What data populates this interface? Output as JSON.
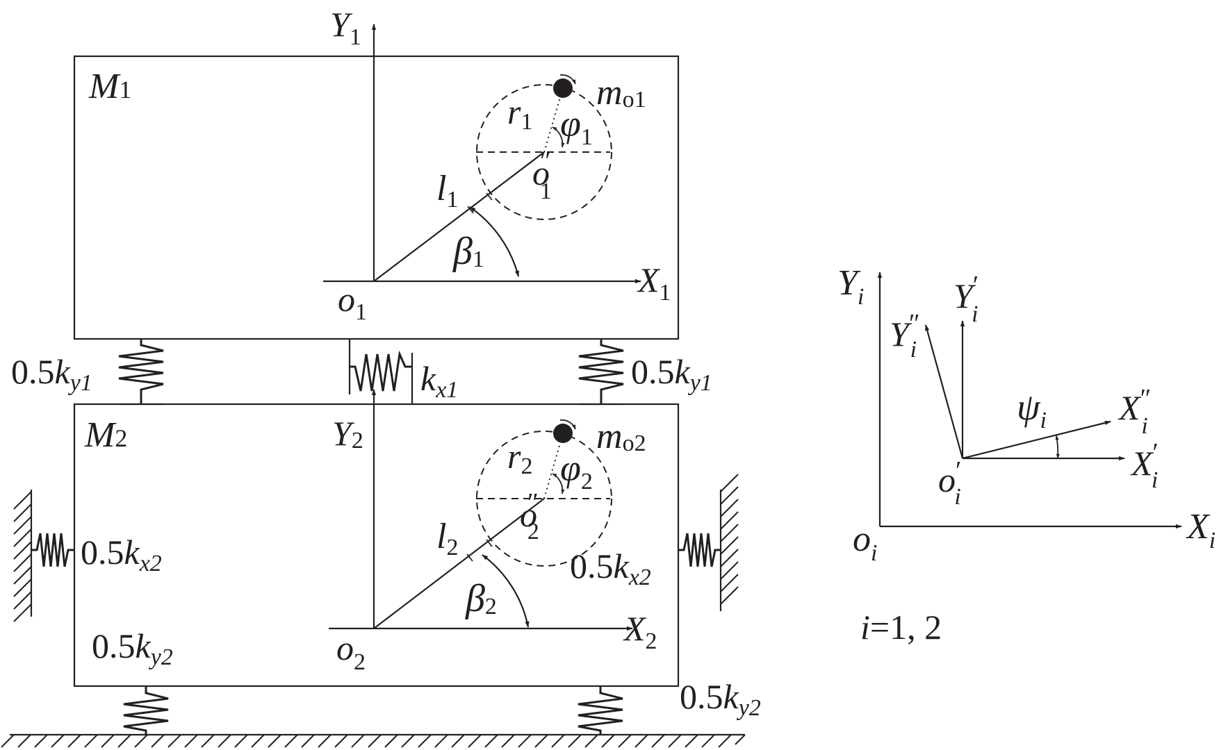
{
  "labels": {
    "M1": "M",
    "M1_sub": "1",
    "M2": "M",
    "M2_sub": "2",
    "Y1": "Y",
    "Y1_sub": "1",
    "X1": "X",
    "X1_sub": "1",
    "o1": "o",
    "o1_sub": "1",
    "Y2": "Y",
    "Y2_sub": "2",
    "X2": "X",
    "X2_sub": "2",
    "o2": "o",
    "o2_sub": "2",
    "mo1": "m",
    "mo1_sub": "o1",
    "mo2": "m",
    "mo2_sub": "o2",
    "r1": "r",
    "r1_sub": "1",
    "r2": "r",
    "r2_sub": "2",
    "phi1": "φ",
    "phi1_sub": "1",
    "phi2": "φ",
    "phi2_sub": "2",
    "l1": "l",
    "l1_sub": "1",
    "l2": "l",
    "l2_sub": "2",
    "beta1": "β",
    "beta1_sub": "1",
    "beta2": "β",
    "beta2_sub": "2",
    "o1pp": "o",
    "o1pp_sup": "″",
    "o1pp_sub": "1",
    "o2pp": "o",
    "o2pp_sup": "″",
    "o2pp_sub": "2",
    "ky1_coef": "0.5",
    "ky1_k": "k",
    "ky1_sub": "y1",
    "kx1_k": "k",
    "kx1_sub": "x1",
    "kx2_coef": "0.5",
    "kx2_k": "k",
    "kx2_sub": "x2",
    "ky2_coef": "0.5",
    "ky2_k": "k",
    "ky2_sub": "y2"
  },
  "coords": {
    "Yi": "Y",
    "Yi_sub": "i",
    "Xi": "X",
    "Xi_sub": "i",
    "oi": "o",
    "oi_sub": "i",
    "Yi_p": "Y",
    "Yi_p_sup": "′",
    "Yi_p_sub": "i",
    "Xi_p": "X",
    "Xi_p_sup": "′",
    "Xi_p_sub": "i",
    "oi_p": "o",
    "oi_p_sup": "′",
    "oi_p_sub": "i",
    "Yi_pp": "Y",
    "Yi_pp_sup": "″",
    "Yi_pp_sub": "i",
    "Xi_pp": "X",
    "Xi_pp_sup": "″",
    "Xi_pp_sub": "i",
    "psi": "ψ",
    "psi_sub": "i",
    "index_var": "i",
    "index_vals": "=1, 2"
  }
}
